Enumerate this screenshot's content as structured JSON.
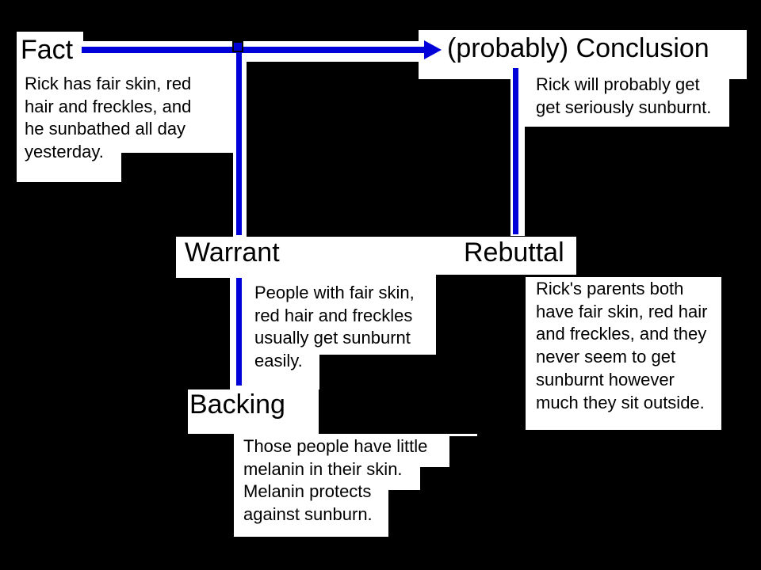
{
  "diagram": {
    "nodes": {
      "fact": {
        "label": "Fact",
        "text": "Rick has fair skin, red\nhair and freckles, and\nhe sunbathed all day\nyesterday."
      },
      "conclusion": {
        "label": "(probably)  Conclusion",
        "text": "Rick will probably get\nget seriously sunburnt."
      },
      "warrant": {
        "label": "Warrant",
        "text": "People with fair skin,\nred hair and freckles\nusually get sunburnt\neasily."
      },
      "backing": {
        "label": "Backing",
        "text": "Those people have little\nmelanin in their skin.\nMelanin protects\nagainst sunburn."
      },
      "rebuttal": {
        "label": "Rebuttal",
        "text": "Rick's parents both\nhave fair skin, red hair\nand freckles, and they\nnever seem to get\nsunburnt however\nmuch they sit outside."
      }
    },
    "colors": {
      "background": "#000000",
      "box_fill": "#ffffff",
      "connector": "#0000d8",
      "text": "#000000"
    }
  }
}
